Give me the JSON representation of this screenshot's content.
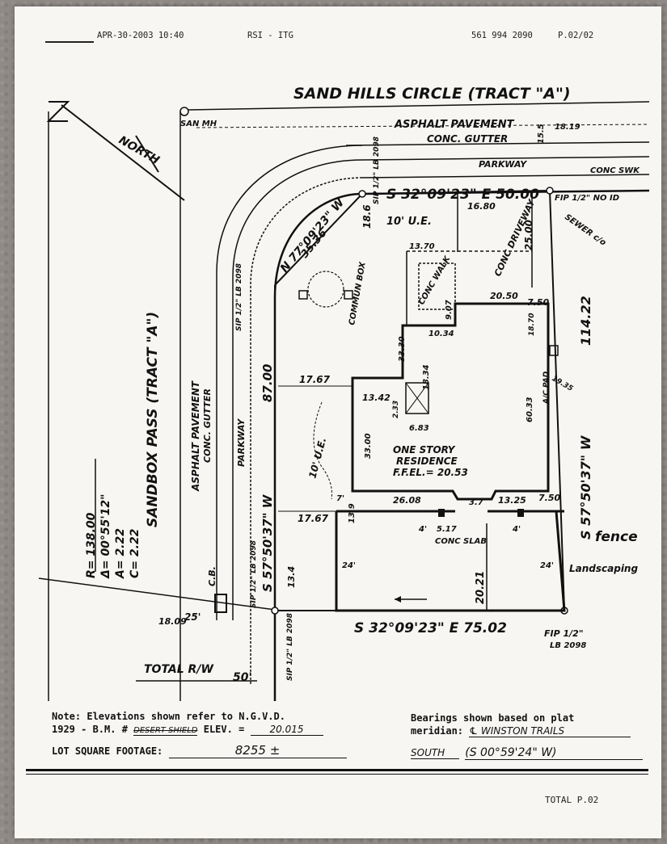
{
  "fax": {
    "date_time": "APR-30-2003  10:40",
    "sender": "RSI - ITG",
    "phone": "561 994 2090",
    "page": "P.02/02",
    "total": "TOTAL P.02"
  },
  "plat": {
    "north_label": "NORTH",
    "street_top": "SAND HILLS CIRCLE (TRACT \"A\")",
    "street_left": "SANDBOX PASS (TRACT \"A\")",
    "asphalt_top": "ASPHALT PAVEMENT",
    "gutter_top": "CONC. GUTTER",
    "parkway_top": "PARKWAY",
    "conc_swk": "CONC SWK",
    "asphalt_left": "ASPHALT PAVEMENT",
    "gutter_left": "CONC. GUTTER",
    "parkway_left": "PARKWAY",
    "san_mh": "SAN MH",
    "cl_top": "15.5",
    "rw_top": "18.19",
    "bearing_top": "S 32°09'23\" E  50.00",
    "bearing_bottom": "S 32°09'23\" E  75.02",
    "bearing_right": "S 57°50'37\" W",
    "bearing_left": "S 57°50'37\" W",
    "bearing_diag": "N 77°09'23\" W",
    "dist_diag": "35.36",
    "dist_right": "114.22",
    "dist_left": "87.00",
    "fip_top": "FIP 1/2\" NO ID",
    "fip_bottom": "FIP 1/2\"",
    "lb_bottom": "LB 2098",
    "sip_label": "SIP 1/2\" LB 2098",
    "sewer": "SEWER c/o",
    "ue_top": "10' U.E.",
    "ue_left": "10' U.E.",
    "driveway": "CONC DRIVEWAY",
    "walk": "CONC WALK",
    "commun_box": "COMMUN BOX",
    "residence_1": "ONE STORY",
    "residence_2": "RESIDENCE",
    "ffel": "F.F.EL.= 20.53",
    "conc_slab": "CONC SLAB",
    "ac_pad": "A/C PAD",
    "fence": "fence",
    "landscaping": "Landscaping",
    "cb": "C.B.",
    "total_rw": "TOTAL R/W",
    "curve_r": "R= 138.00",
    "curve_delta": "Δ= 00°55'12\"",
    "curve_a": "A= 2.22",
    "curve_c": "C= 2.22",
    "dims": {
      "d1680": "16.80",
      "d2500": "25.00",
      "d1370": "13.70",
      "d2050": "20.50",
      "d750a": "7.50",
      "d9_07": "9.07",
      "d1034": "10.34",
      "d3330": "33.30",
      "d1834": "18.34",
      "d1767a": "17.67",
      "d1342": "13.42",
      "d233": "2.33",
      "d683": "6.83",
      "d3300": "33.00",
      "d1870": "18.70",
      "d6033": "60.33",
      "d1935": "19.35",
      "d2608": "26.08",
      "d13_25": "13.25",
      "d750b": "7.50",
      "d37": "3.7",
      "d517": "5.17",
      "d1767b": "17.67",
      "d139": "13.9",
      "d2021": "20.21",
      "d24a": "24'",
      "d24b": "24'",
      "d1809": "18.09",
      "d25": "25'",
      "d50": "50'",
      "d4a": "4'",
      "d4b": "4'",
      "d7": "7'",
      "d186": "18.6",
      "d134": "13.4"
    }
  },
  "notes": {
    "line1_a": "Note: Elevations shown refer to N.G.V.D.",
    "line2_a": "1929 - B.M. #",
    "bm_name": "DESERT SHIELD",
    "elev_label": "ELEV. =",
    "elev_value": "20.015",
    "lot_label": "LOT SQUARE FOOTAGE:",
    "lot_value": "8255 ±",
    "bearings_1": "Bearings shown based on plat",
    "bearings_2": "meridian:",
    "meridian_value": "℄ WINSTON TRAILS",
    "south_value": "SOUTH",
    "south_bearing": "(S 00°59'24\" W)"
  }
}
